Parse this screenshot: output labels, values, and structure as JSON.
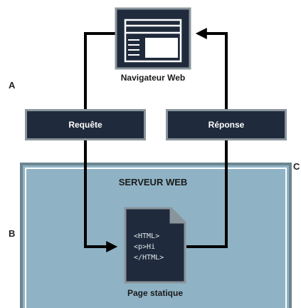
{
  "side_labels": {
    "a": "A",
    "b": "B",
    "c": "C"
  },
  "browser": {
    "caption": "Navigateur Web"
  },
  "request": {
    "label": "Requête"
  },
  "response": {
    "label": "Réponse"
  },
  "server": {
    "title": "SERVEUR WEB"
  },
  "page": {
    "code_lines": [
      "<HTML>",
      "<p>Hi",
      "</HTML>"
    ],
    "caption": "Page statique"
  },
  "colors": {
    "dark": "#1f2a3c",
    "border": "#8a949b",
    "server_fill": "#8fb3c5",
    "line": "#000000"
  },
  "icons": [
    "browser-window-icon",
    "document-icon",
    "arrow-right-icon",
    "arrow-up-icon"
  ]
}
